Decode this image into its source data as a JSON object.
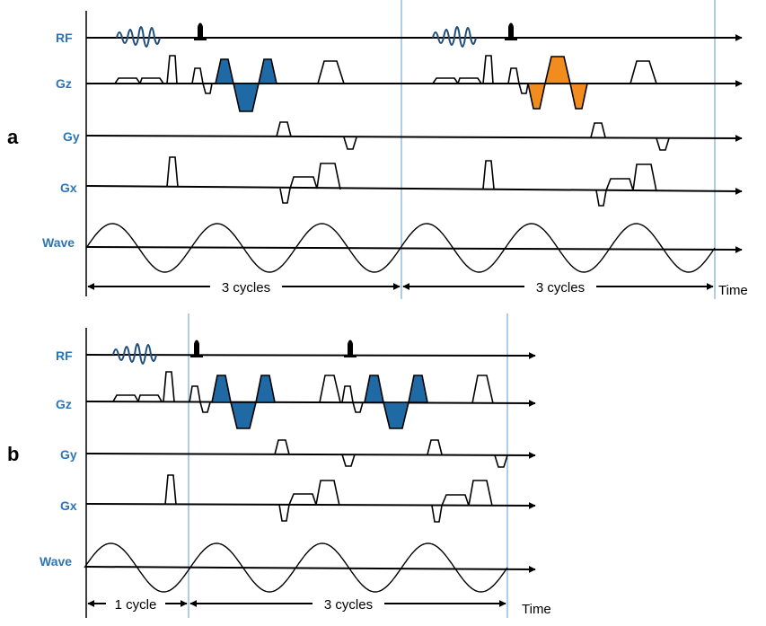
{
  "figure": {
    "panels": [
      {
        "id": "a",
        "letter": "a",
        "rows": [
          {
            "key": "rf",
            "label": "RF"
          },
          {
            "key": "gz",
            "label": "Gz"
          },
          {
            "key": "gy",
            "label": "Gy"
          },
          {
            "key": "gx",
            "label": "Gx"
          },
          {
            "key": "wave",
            "label": "Wave"
          }
        ],
        "spans": [
          {
            "label": "3 cycles"
          },
          {
            "label": "3 cycles"
          }
        ],
        "time_label": "Time",
        "colors": {
          "phase_encode_1": "#1f6aa5",
          "phase_encode_2": "#f28c1e"
        }
      },
      {
        "id": "b",
        "letter": "b",
        "rows": [
          {
            "key": "rf",
            "label": "RF"
          },
          {
            "key": "gz",
            "label": "Gz"
          },
          {
            "key": "gy",
            "label": "Gy"
          },
          {
            "key": "gx",
            "label": "Gx"
          },
          {
            "key": "wave",
            "label": "Wave"
          }
        ],
        "spans": [
          {
            "label": "1 cycle"
          },
          {
            "label": "3 cycles"
          }
        ],
        "time_label": "Time",
        "colors": {
          "phase_encode_1": "#1f6aa5",
          "phase_encode_2": "#1f6aa5"
        }
      }
    ],
    "colors": {
      "label": "#2e75b6",
      "rf_pulse": "#1f4e79",
      "cycle_marker": "#5b9bd5"
    }
  }
}
